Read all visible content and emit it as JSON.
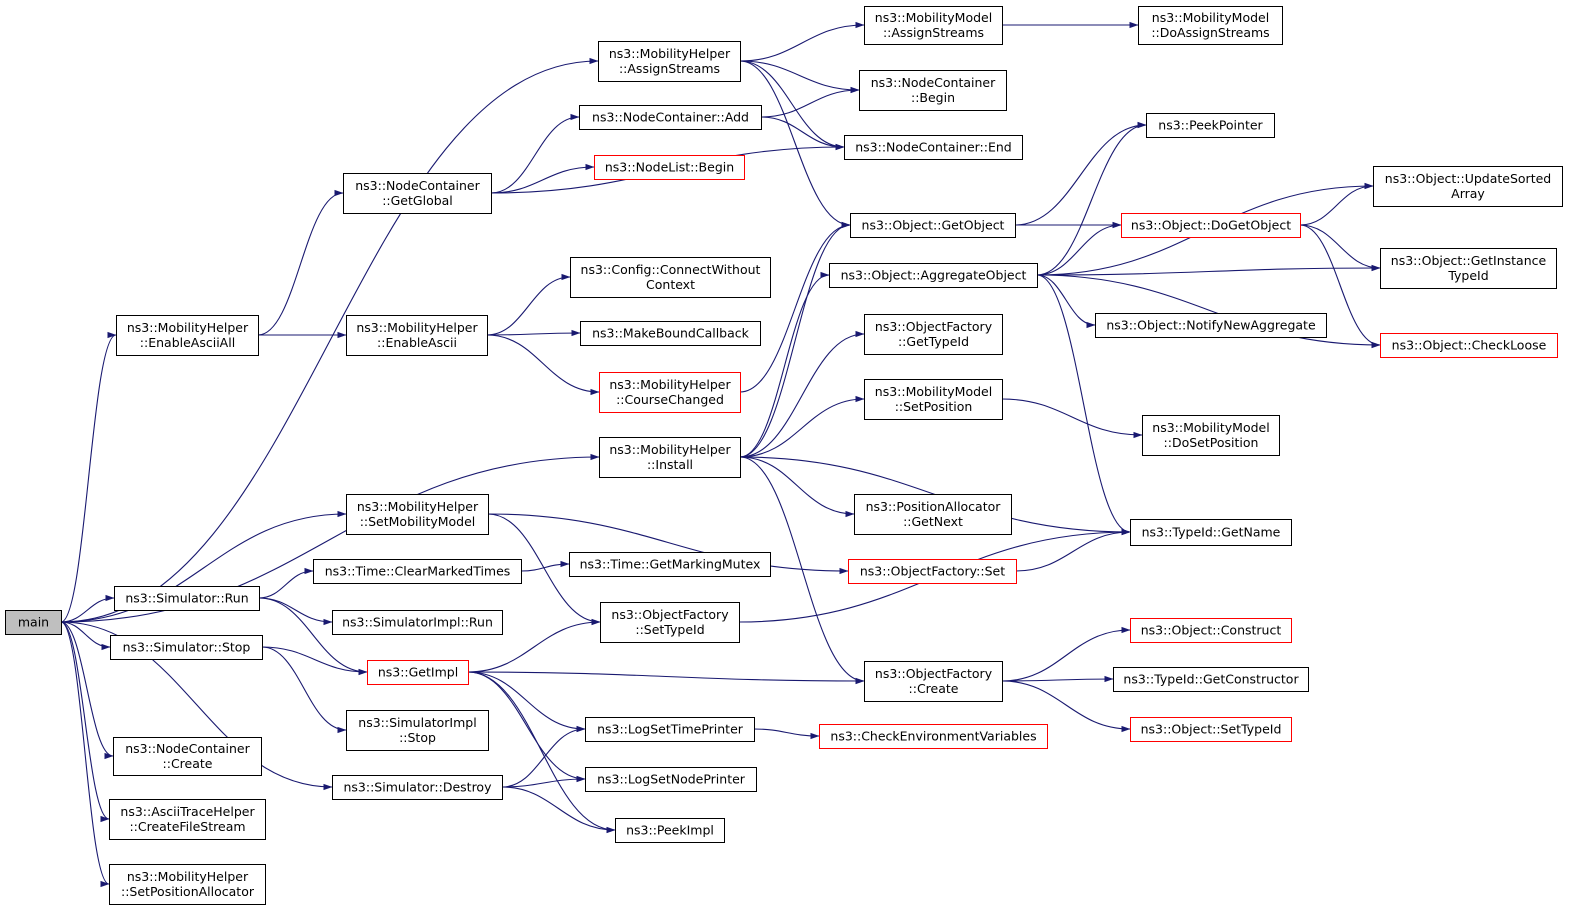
{
  "colors": {
    "edge": "#191970",
    "node_border": "#000000",
    "node_border_unexpanded": "#ff0000",
    "root_fill": "#bfbfbf",
    "node_fill": "#ffffff"
  },
  "nodes": [
    {
      "id": "main",
      "lines": [
        "main"
      ],
      "root": true
    },
    {
      "id": "ns3_MobilityHelper_AssignStreams",
      "lines": [
        "ns3::MobilityHelper",
        "::AssignStreams"
      ]
    },
    {
      "id": "ns3_MobilityModel_AssignStreams",
      "lines": [
        "ns3::MobilityModel",
        "::AssignStreams"
      ]
    },
    {
      "id": "ns3_MobilityModel_DoAssignStreams",
      "lines": [
        "ns3::MobilityModel",
        "::DoAssignStreams"
      ]
    },
    {
      "id": "ns3_NodeContainer_Begin",
      "lines": [
        "ns3::NodeContainer",
        "::Begin"
      ]
    },
    {
      "id": "ns3_NodeContainer_Add",
      "lines": [
        "ns3::NodeContainer::Add"
      ]
    },
    {
      "id": "ns3_NodeContainer_End",
      "lines": [
        "ns3::NodeContainer::End"
      ]
    },
    {
      "id": "ns3_PeekPointer",
      "lines": [
        "ns3::PeekPointer"
      ]
    },
    {
      "id": "ns3_NodeList_Begin",
      "lines": [
        "ns3::NodeList::Begin"
      ],
      "red": true
    },
    {
      "id": "ns3_NodeContainer_GetGlobal",
      "lines": [
        "ns3::NodeContainer",
        "::GetGlobal"
      ]
    },
    {
      "id": "ns3_Object_UpdateSortedArray",
      "lines": [
        "ns3::Object::UpdateSorted",
        "Array"
      ]
    },
    {
      "id": "ns3_Object_GetObject",
      "lines": [
        "ns3::Object::GetObject"
      ]
    },
    {
      "id": "ns3_Object_DoGetObject",
      "lines": [
        "ns3::Object::DoGetObject"
      ],
      "red": true
    },
    {
      "id": "ns3_Config_ConnectWithoutContext",
      "lines": [
        "ns3::Config::ConnectWithout",
        "Context"
      ]
    },
    {
      "id": "ns3_Object_AggregateObject",
      "lines": [
        "ns3::Object::AggregateObject"
      ]
    },
    {
      "id": "ns3_Object_GetInstanceTypeId",
      "lines": [
        "ns3::Object::GetInstance",
        "TypeId"
      ]
    },
    {
      "id": "ns3_MobilityHelper_EnableAsciiAll",
      "lines": [
        "ns3::MobilityHelper",
        "::EnableAsciiAll"
      ]
    },
    {
      "id": "ns3_MobilityHelper_EnableAscii",
      "lines": [
        "ns3::MobilityHelper",
        "::EnableAscii"
      ]
    },
    {
      "id": "ns3_MakeBoundCallback",
      "lines": [
        "ns3::MakeBoundCallback"
      ]
    },
    {
      "id": "ns3_ObjectFactory_GetTypeId",
      "lines": [
        "ns3::ObjectFactory",
        "::GetTypeId"
      ]
    },
    {
      "id": "ns3_Object_NotifyNewAggregate",
      "lines": [
        "ns3::Object::NotifyNewAggregate"
      ]
    },
    {
      "id": "ns3_Object_CheckLoose",
      "lines": [
        "ns3::Object::CheckLoose"
      ],
      "red": true
    },
    {
      "id": "ns3_MobilityHelper_CourseChanged",
      "lines": [
        "ns3::MobilityHelper",
        "::CourseChanged"
      ],
      "red": true
    },
    {
      "id": "ns3_MobilityModel_SetPosition",
      "lines": [
        "ns3::MobilityModel",
        "::SetPosition"
      ]
    },
    {
      "id": "ns3_MobilityModel_DoSetPosition",
      "lines": [
        "ns3::MobilityModel",
        "::DoSetPosition"
      ]
    },
    {
      "id": "ns3_MobilityHelper_Install",
      "lines": [
        "ns3::MobilityHelper",
        "::Install"
      ]
    },
    {
      "id": "ns3_MobilityHelper_SetMobilityModel",
      "lines": [
        "ns3::MobilityHelper",
        "::SetMobilityModel"
      ]
    },
    {
      "id": "ns3_PositionAllocator_GetNext",
      "lines": [
        "ns3::PositionAllocator",
        "::GetNext"
      ]
    },
    {
      "id": "ns3_TypeId_GetName",
      "lines": [
        "ns3::TypeId::GetName"
      ]
    },
    {
      "id": "ns3_Time_ClearMarkedTimes",
      "lines": [
        "ns3::Time::ClearMarkedTimes"
      ]
    },
    {
      "id": "ns3_Time_GetMarkingMutex",
      "lines": [
        "ns3::Time::GetMarkingMutex"
      ]
    },
    {
      "id": "ns3_ObjectFactory_Set",
      "lines": [
        "ns3::ObjectFactory::Set"
      ],
      "red": true
    },
    {
      "id": "ns3_Simulator_Run",
      "lines": [
        "ns3::Simulator::Run"
      ]
    },
    {
      "id": "ns3_SimulatorImpl_Run",
      "lines": [
        "ns3::SimulatorImpl::Run"
      ]
    },
    {
      "id": "ns3_ObjectFactory_SetTypeId",
      "lines": [
        "ns3::ObjectFactory",
        "::SetTypeId"
      ]
    },
    {
      "id": "ns3_Object_Construct",
      "lines": [
        "ns3::Object::Construct"
      ],
      "red": true
    },
    {
      "id": "ns3_Simulator_Stop",
      "lines": [
        "ns3::Simulator::Stop"
      ]
    },
    {
      "id": "ns3_GetImpl",
      "lines": [
        "ns3::GetImpl"
      ],
      "red": true
    },
    {
      "id": "ns3_ObjectFactory_Create",
      "lines": [
        "ns3::ObjectFactory",
        "::Create"
      ]
    },
    {
      "id": "ns3_TypeId_GetConstructor",
      "lines": [
        "ns3::TypeId::GetConstructor"
      ]
    },
    {
      "id": "ns3_SimulatorImpl_Stop",
      "lines": [
        "ns3::SimulatorImpl",
        "::Stop"
      ]
    },
    {
      "id": "ns3_Object_SetTypeId",
      "lines": [
        "ns3::Object::SetTypeId"
      ],
      "red": true
    },
    {
      "id": "ns3_LogSetTimePrinter",
      "lines": [
        "ns3::LogSetTimePrinter"
      ]
    },
    {
      "id": "ns3_CheckEnvironmentVariables",
      "lines": [
        "ns3::CheckEnvironmentVariables"
      ],
      "red": true
    },
    {
      "id": "ns3_NodeContainer_Create",
      "lines": [
        "ns3::NodeContainer",
        "::Create"
      ]
    },
    {
      "id": "ns3_LogSetNodePrinter",
      "lines": [
        "ns3::LogSetNodePrinter"
      ]
    },
    {
      "id": "ns3_Simulator_Destroy",
      "lines": [
        "ns3::Simulator::Destroy"
      ]
    },
    {
      "id": "ns3_AsciiTraceHelper_CreateFileStream",
      "lines": [
        "ns3::AsciiTraceHelper",
        "::CreateFileStream"
      ]
    },
    {
      "id": "ns3_PeekImpl",
      "lines": [
        "ns3::PeekImpl"
      ]
    },
    {
      "id": "ns3_MobilityHelper_SetPositionAllocator",
      "lines": [
        "ns3::MobilityHelper",
        "::SetPositionAllocator"
      ]
    }
  ],
  "edges": [
    [
      "main",
      "ns3_MobilityHelper_AssignStreams"
    ],
    [
      "main",
      "ns3_MobilityHelper_EnableAsciiAll"
    ],
    [
      "main",
      "ns3_MobilityHelper_Install"
    ],
    [
      "main",
      "ns3_MobilityHelper_SetMobilityModel"
    ],
    [
      "main",
      "ns3_Simulator_Run"
    ],
    [
      "main",
      "ns3_Simulator_Stop"
    ],
    [
      "main",
      "ns3_Simulator_Destroy"
    ],
    [
      "main",
      "ns3_NodeContainer_Create"
    ],
    [
      "main",
      "ns3_AsciiTraceHelper_CreateFileStream"
    ],
    [
      "main",
      "ns3_MobilityHelper_SetPositionAllocator"
    ],
    [
      "ns3_MobilityHelper_AssignStreams",
      "ns3_MobilityModel_AssignStreams"
    ],
    [
      "ns3_MobilityHelper_AssignStreams",
      "ns3_NodeContainer_Begin"
    ],
    [
      "ns3_MobilityHelper_AssignStreams",
      "ns3_NodeContainer_End"
    ],
    [
      "ns3_MobilityHelper_AssignStreams",
      "ns3_Object_GetObject"
    ],
    [
      "ns3_MobilityModel_AssignStreams",
      "ns3_MobilityModel_DoAssignStreams"
    ],
    [
      "ns3_NodeContainer_Add",
      "ns3_NodeContainer_Begin"
    ],
    [
      "ns3_NodeContainer_Add",
      "ns3_NodeContainer_End"
    ],
    [
      "ns3_NodeContainer_GetGlobal",
      "ns3_NodeContainer_Add"
    ],
    [
      "ns3_NodeContainer_GetGlobal",
      "ns3_NodeList_Begin"
    ],
    [
      "ns3_NodeContainer_GetGlobal",
      "ns3_NodeContainer_End"
    ],
    [
      "ns3_MobilityHelper_EnableAsciiAll",
      "ns3_NodeContainer_GetGlobal"
    ],
    [
      "ns3_MobilityHelper_EnableAsciiAll",
      "ns3_MobilityHelper_EnableAscii"
    ],
    [
      "ns3_MobilityHelper_EnableAscii",
      "ns3_Config_ConnectWithoutContext"
    ],
    [
      "ns3_MobilityHelper_EnableAscii",
      "ns3_MakeBoundCallback"
    ],
    [
      "ns3_MobilityHelper_EnableAscii",
      "ns3_MobilityHelper_CourseChanged"
    ],
    [
      "ns3_MobilityHelper_CourseChanged",
      "ns3_Object_GetObject"
    ],
    [
      "ns3_Object_GetObject",
      "ns3_PeekPointer"
    ],
    [
      "ns3_Object_GetObject",
      "ns3_Object_DoGetObject"
    ],
    [
      "ns3_Object_DoGetObject",
      "ns3_Object_UpdateSortedArray"
    ],
    [
      "ns3_Object_DoGetObject",
      "ns3_Object_GetInstanceTypeId"
    ],
    [
      "ns3_Object_DoGetObject",
      "ns3_Object_CheckLoose"
    ],
    [
      "ns3_Object_AggregateObject",
      "ns3_PeekPointer"
    ],
    [
      "ns3_Object_AggregateObject",
      "ns3_Object_UpdateSortedArray"
    ],
    [
      "ns3_Object_AggregateObject",
      "ns3_Object_DoGetObject"
    ],
    [
      "ns3_Object_AggregateObject",
      "ns3_Object_GetInstanceTypeId"
    ],
    [
      "ns3_Object_AggregateObject",
      "ns3_Object_NotifyNewAggregate"
    ],
    [
      "ns3_Object_AggregateObject",
      "ns3_Object_CheckLoose"
    ],
    [
      "ns3_Object_AggregateObject",
      "ns3_TypeId_GetName"
    ],
    [
      "ns3_MobilityHelper_Install",
      "ns3_Object_GetObject"
    ],
    [
      "ns3_MobilityHelper_Install",
      "ns3_Object_AggregateObject"
    ],
    [
      "ns3_MobilityHelper_Install",
      "ns3_ObjectFactory_GetTypeId"
    ],
    [
      "ns3_MobilityHelper_Install",
      "ns3_MobilityModel_SetPosition"
    ],
    [
      "ns3_MobilityHelper_Install",
      "ns3_PositionAllocator_GetNext"
    ],
    [
      "ns3_MobilityHelper_Install",
      "ns3_TypeId_GetName"
    ],
    [
      "ns3_MobilityHelper_Install",
      "ns3_ObjectFactory_Create"
    ],
    [
      "ns3_MobilityModel_SetPosition",
      "ns3_MobilityModel_DoSetPosition"
    ],
    [
      "ns3_MobilityHelper_SetMobilityModel",
      "ns3_ObjectFactory_Set"
    ],
    [
      "ns3_MobilityHelper_SetMobilityModel",
      "ns3_ObjectFactory_SetTypeId"
    ],
    [
      "ns3_ObjectFactory_Set",
      "ns3_TypeId_GetName"
    ],
    [
      "ns3_ObjectFactory_SetTypeId",
      "ns3_TypeId_GetName"
    ],
    [
      "ns3_Simulator_Run",
      "ns3_Time_ClearMarkedTimes"
    ],
    [
      "ns3_Simulator_Run",
      "ns3_SimulatorImpl_Run"
    ],
    [
      "ns3_Simulator_Run",
      "ns3_GetImpl"
    ],
    [
      "ns3_Time_ClearMarkedTimes",
      "ns3_Time_GetMarkingMutex"
    ],
    [
      "ns3_Simulator_Stop",
      "ns3_GetImpl"
    ],
    [
      "ns3_Simulator_Stop",
      "ns3_SimulatorImpl_Stop"
    ],
    [
      "ns3_GetImpl",
      "ns3_ObjectFactory_SetTypeId"
    ],
    [
      "ns3_GetImpl",
      "ns3_ObjectFactory_Create"
    ],
    [
      "ns3_GetImpl",
      "ns3_LogSetTimePrinter"
    ],
    [
      "ns3_GetImpl",
      "ns3_LogSetNodePrinter"
    ],
    [
      "ns3_GetImpl",
      "ns3_PeekImpl"
    ],
    [
      "ns3_ObjectFactory_Create",
      "ns3_Object_Construct"
    ],
    [
      "ns3_ObjectFactory_Create",
      "ns3_TypeId_GetConstructor"
    ],
    [
      "ns3_ObjectFactory_Create",
      "ns3_Object_SetTypeId"
    ],
    [
      "ns3_LogSetTimePrinter",
      "ns3_CheckEnvironmentVariables"
    ],
    [
      "ns3_Simulator_Destroy",
      "ns3_LogSetTimePrinter"
    ],
    [
      "ns3_Simulator_Destroy",
      "ns3_LogSetNodePrinter"
    ],
    [
      "ns3_Simulator_Destroy",
      "ns3_PeekImpl"
    ]
  ]
}
